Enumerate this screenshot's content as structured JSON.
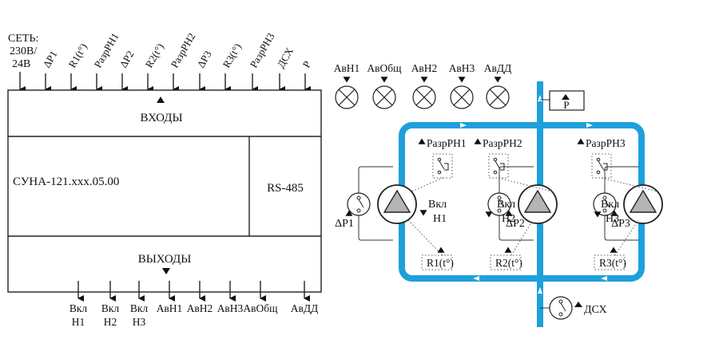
{
  "colors": {
    "pipe": "#1ea0dc",
    "pump_triangle": "#b4b4b4",
    "ink": "#111111"
  },
  "controller": {
    "model": "СУНА-121.xxx.05.00",
    "port": "RS-485",
    "inputs_title": "ВХОДЫ",
    "outputs_title": "ВЫХОДЫ",
    "supply": [
      "СЕТЬ:",
      "230В/",
      "24В"
    ],
    "inputs": [
      "ΔР1",
      "R1(t°)",
      "РазрРН1",
      "ΔР2",
      "R2(t°)",
      "РазрРН2",
      "ΔР3",
      "R3(t°)",
      "РазрРН3",
      "ДСХ",
      "Р"
    ],
    "outputs": [
      {
        "l1": "Вкл",
        "l2": "Н1"
      },
      {
        "l1": "Вкл",
        "l2": "Н2"
      },
      {
        "l1": "Вкл",
        "l2": "Н3"
      },
      {
        "l1": "АвН1",
        "l2": ""
      },
      {
        "l1": "АвН2",
        "l2": ""
      },
      {
        "l1": "АвН3",
        "l2": ""
      },
      {
        "l1": "АвОбщ",
        "l2": ""
      },
      {
        "l1": "АвДД",
        "l2": ""
      }
    ]
  },
  "alarms": [
    "АвН1",
    "АвОбщ",
    "АвН2",
    "АвН3",
    "АвДД"
  ],
  "scheme": {
    "pressure_sensor": "Р",
    "dry_run_sensor": "ДСХ",
    "pumps": [
      {
        "on_l1": "Вкл",
        "on_l2": "Н1",
        "enable": "РазрРН1",
        "dp": "ΔР1",
        "temp": "R1(t°)"
      },
      {
        "on_l1": "Вкл",
        "on_l2": "Н2",
        "enable": "РазрРН2",
        "dp": "ΔР2",
        "temp": "R2(t°)"
      },
      {
        "on_l1": "Вкл",
        "on_l2": "Н3",
        "enable": "РазрРН3",
        "dp": "ΔР3",
        "temp": "R3(t°)"
      }
    ]
  }
}
